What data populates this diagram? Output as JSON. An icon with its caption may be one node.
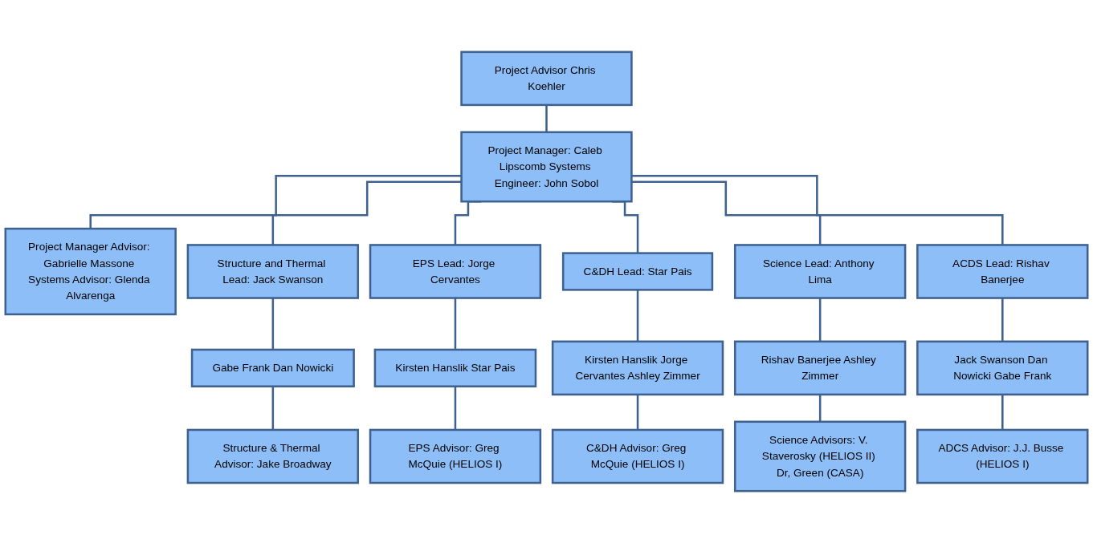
{
  "diagram": {
    "nodes": [
      {
        "text": [
          "Project Advisor Chris Koehler"
        ]
      },
      {
        "text": [
          "Project Manager: Caleb Lipscomb Systems Engineer: John Sobol"
        ]
      },
      {
        "text": [
          "Project Manager Advisor: Gabrielle Massone Systems Advisor: Glenda Alvarenga"
        ]
      },
      {
        "text": [
          "Structure and Thermal Lead: Jack Swanson"
        ]
      },
      {
        "text": [
          "EPS Lead: Jorge Cervantes"
        ]
      },
      {
        "text": [
          "C&DH Lead: Star Pais"
        ]
      },
      {
        "text": [
          "Science Lead: Anthony Lima"
        ]
      },
      {
        "text": [
          "ACDS Lead: Rishav Banerjee"
        ]
      },
      {
        "text": [
          "Gabe Frank Dan Nowicki"
        ]
      },
      {
        "text": [
          "Kirsten Hanslik Star Pais"
        ]
      },
      {
        "text": [
          "Kirsten Hanslik Jorge Cervantes Ashley Zimmer"
        ]
      },
      {
        "text": [
          "Rishav Banerjee Ashley Zimmer"
        ]
      },
      {
        "text": [
          "Jack Swanson Dan Nowicki Gabe Frank"
        ]
      },
      {
        "text": [
          "Structure & Thermal Advisor: Jake Broadway"
        ]
      },
      {
        "text": [
          "EPS Advisor: Greg McQuie (HELIOS I)"
        ]
      },
      {
        "text": [
          "C&DH Advisor: Greg McQuie (HELIOS I)"
        ]
      },
      {
        "text": [
          "Science Advisors: V. Staverosky (HELIOS II) Dr, Green (CASA)"
        ]
      },
      {
        "text": [
          "ADCS Advisor: J.J. Busse (HELIOS I)"
        ]
      }
    ],
    "edges": [
      {
        "from": 0,
        "to": 1,
        "arrow": "none"
      },
      {
        "from": 1,
        "to": 2,
        "arrow": "none"
      },
      {
        "from": 1,
        "to": 3,
        "arrow": "none"
      },
      {
        "from": 1,
        "to": 4,
        "arrow": "none"
      },
      {
        "from": 1,
        "to": 5,
        "arrow": "none"
      },
      {
        "from": 1,
        "to": 6,
        "arrow": "none"
      },
      {
        "from": 1,
        "to": 7,
        "arrow": "none"
      },
      {
        "from": 3,
        "to": 8,
        "arrow": "none"
      },
      {
        "from": 4,
        "to": 9,
        "arrow": "none"
      },
      {
        "from": 5,
        "to": 10,
        "arrow": "none"
      },
      {
        "from": 6,
        "to": 11,
        "arrow": "none"
      },
      {
        "from": 7,
        "to": 12,
        "arrow": "none"
      },
      {
        "from": 8,
        "to": 13,
        "arrow": "none"
      },
      {
        "from": 9,
        "to": 14,
        "arrow": "none"
      },
      {
        "from": 10,
        "to": 15,
        "arrow": "none"
      },
      {
        "from": 11,
        "to": 16,
        "arrow": "none"
      },
      {
        "from": 12,
        "to": 17,
        "arrow": "none"
      }
    ]
  }
}
